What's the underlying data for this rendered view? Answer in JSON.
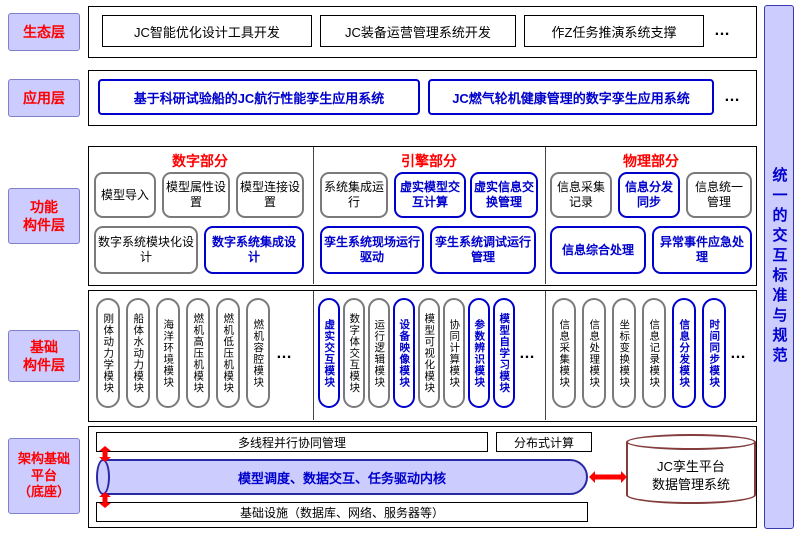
{
  "colors": {
    "accent_red": "#ff0000",
    "accent_blue": "#0000cc",
    "purple_fill": "#ccccff",
    "gray_border": "#7a7a7a",
    "db_border": "#843c3c"
  },
  "right_bar": {
    "label": "统一的交互标准与规范"
  },
  "eco": {
    "label": "生态层",
    "items": [
      "JC智能优化设计工具开发",
      "JC装备运营管理系统开发",
      "作Z任务推演系统支撑"
    ],
    "more": "…"
  },
  "app": {
    "label": "应用层",
    "items": [
      "基于科研试验船的JC航行性能孪生应用系统",
      "JC燃气轮机健康管理的数字孪生应用系统"
    ],
    "more": "…"
  },
  "func": {
    "label": "功能\n构件层",
    "digital": {
      "header": "数字部分",
      "r1a": "模型导入",
      "r1b": "模型属性设置",
      "r1c": "模型连接设置",
      "r2a": "数字系统模块化设计",
      "r2b": "数字系统集成设计"
    },
    "engine": {
      "header": "引擎部分",
      "r1a": "系统集成运行",
      "r1b": "虚实模型交互计算",
      "r1c": "虚实信息交换管理",
      "r2a": "孪生系统现场运行驱动",
      "r2b": "孪生系统调试运行管理"
    },
    "physical": {
      "header": "物理部分",
      "r1a": "信息采集记录",
      "r1b": "信息分发同步",
      "r1c": "信息统一管理",
      "r2a": "信息综合处理",
      "r2b": "异常事件应急处理"
    }
  },
  "modules": {
    "label": "基础\n构件层",
    "g1": [
      "刚体动力学模块",
      "船体水动力模块",
      "海洋环境模块",
      "燃机高压机模块",
      "燃机低压机模块",
      "燃机容腔模块"
    ],
    "g1_more": "…",
    "g2": [
      "虚实交互模块",
      "数字体交互模块",
      "运行逻辑模块",
      "设备映像模块",
      "模型可视化模块",
      "协同计算模块",
      "参数辨识模块",
      "模型自学习模块"
    ],
    "g2_more": "…",
    "g3": [
      "信息采集模块",
      "信息处理模块",
      "坐标变换模块",
      "信息记录模块",
      "信息分发模块",
      "时间同步模块"
    ],
    "g3_more": "…"
  },
  "platform": {
    "label": "架构基础\n平台\n（底座）",
    "thread": "多线程并行协同管理",
    "distributed": "分布式计算",
    "kernel": "模型调度、数据交互、任务驱动内核",
    "database": "JC孪生平台\n数据管理系统",
    "infra": "基础设施（数据库、网络、服务器等）"
  }
}
